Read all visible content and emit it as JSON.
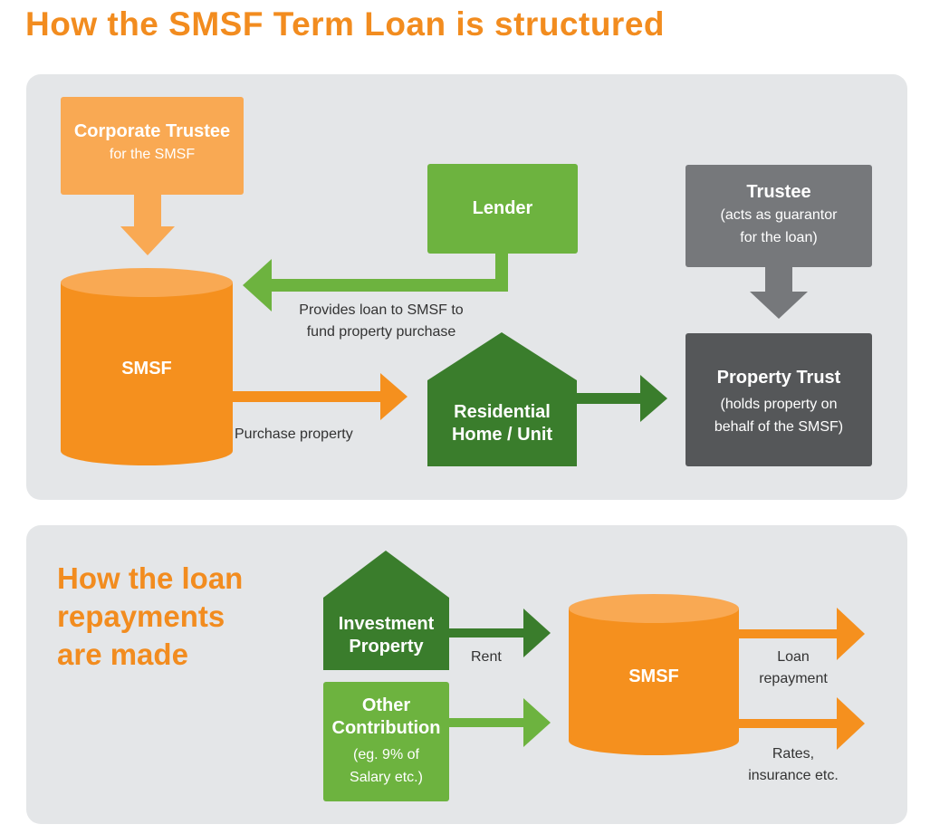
{
  "title": "How the SMSF Term Loan is structured",
  "structure": {
    "corporate_trustee": {
      "title": "Corporate Trustee",
      "subtitle": "for the SMSF"
    },
    "smsf": "SMSF",
    "lender": "Lender",
    "trustee": {
      "title": "Trustee",
      "line1": "(acts as guarantor",
      "line2": "for the loan)"
    },
    "residential": {
      "line1": "Residential",
      "line2": "Home / Unit"
    },
    "property_trust": {
      "title": "Property Trust",
      "line1": "(holds property on",
      "line2": "behalf of the SMSF)"
    },
    "loan_label": {
      "line1": "Provides loan to SMSF to",
      "line2": "fund property purchase"
    },
    "purchase_label": "Purchase property"
  },
  "repayments": {
    "heading": {
      "line1": "How the loan",
      "line2": "repayments",
      "line3": "are made"
    },
    "investment": {
      "line1": "Investment",
      "line2": "Property"
    },
    "other": {
      "line1": "Other",
      "line2": "Contribution",
      "line3": "(eg. 9% of",
      "line4": "Salary etc.)"
    },
    "rent_label": "Rent",
    "smsf": "SMSF",
    "loan_repayment": {
      "line1": "Loan",
      "line2": "repayment"
    },
    "rates": {
      "line1": "Rates,",
      "line2": "insurance etc."
    }
  },
  "colors": {
    "orange": "#f5901e",
    "light_orange": "#f9a953",
    "green": "#6db33f",
    "dark_green": "#3a7d2c",
    "grey": "#76787b",
    "dark_grey": "#555759",
    "panel": "#e4e6e8"
  }
}
